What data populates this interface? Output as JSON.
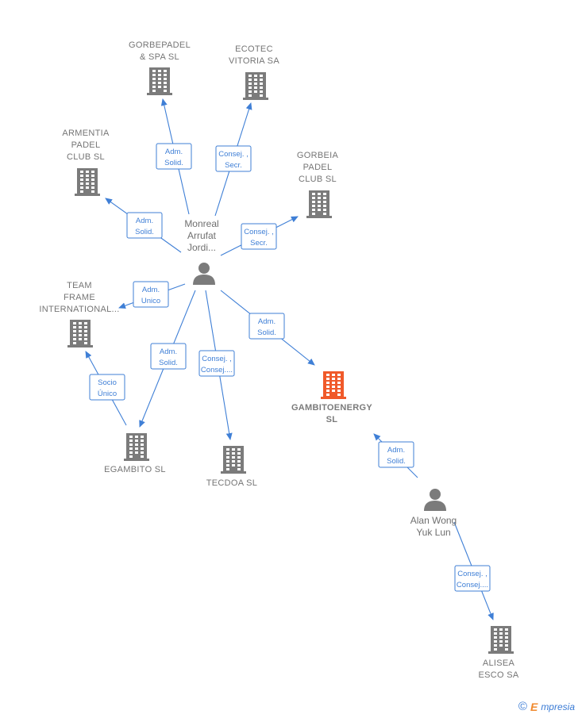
{
  "colors": {
    "building": "#7b7b7b",
    "focus_building": "#f05a2a",
    "person": "#7b7b7b",
    "edge": "#3f7fd6"
  },
  "companies": [
    {
      "id": "gorbepadel",
      "lines": [
        "GORBEPADEL",
        "& SPA  SL"
      ]
    },
    {
      "id": "ecotec",
      "lines": [
        "ECOTEC",
        "VITORIA SA"
      ]
    },
    {
      "id": "armentia",
      "lines": [
        "ARMENTIA",
        "PADEL",
        "CLUB  SL"
      ]
    },
    {
      "id": "gorbeia",
      "lines": [
        "GORBEIA",
        "PADEL",
        "CLUB  SL"
      ]
    },
    {
      "id": "teamframe",
      "lines": [
        "TEAM",
        "FRAME",
        "INTERNATIONAL..."
      ]
    },
    {
      "id": "gambitoenergy",
      "lines": [
        "GAMBITOENERGY",
        "SL"
      ],
      "focus": true
    },
    {
      "id": "egambito",
      "lines": [
        "EGAMBITO SL"
      ]
    },
    {
      "id": "tecdoa",
      "lines": [
        "TECDOA SL"
      ]
    },
    {
      "id": "alisea",
      "lines": [
        "ALISEA",
        "ESCO SA"
      ]
    }
  ],
  "persons": [
    {
      "id": "monreal",
      "lines": [
        "Monreal",
        "Arrufat",
        "Jordi..."
      ]
    },
    {
      "id": "alanwong",
      "lines": [
        "Alan Wong",
        "Yuk Lun"
      ]
    }
  ],
  "edges": [
    {
      "id": "e-gorbepadel",
      "lines": [
        "Adm.",
        "Solid."
      ]
    },
    {
      "id": "e-ecotec",
      "lines": [
        "Consej. ,",
        "Secr."
      ]
    },
    {
      "id": "e-armentia",
      "lines": [
        "Adm.",
        "Solid."
      ]
    },
    {
      "id": "e-gorbeia",
      "lines": [
        "Consej. ,",
        "Secr."
      ]
    },
    {
      "id": "e-teamframe",
      "lines": [
        "Adm.",
        "Unico"
      ]
    },
    {
      "id": "e-gambitoenergy",
      "lines": [
        "Adm.",
        "Solid."
      ]
    },
    {
      "id": "e-egambito",
      "lines": [
        "Adm.",
        "Solid."
      ]
    },
    {
      "id": "e-tecdoa",
      "lines": [
        "Consej. ,",
        "Consej...."
      ]
    },
    {
      "id": "e-egambito-teamframe",
      "lines": [
        "Socio",
        "Único"
      ]
    },
    {
      "id": "e-alan-gambito",
      "lines": [
        "Adm.",
        "Solid."
      ]
    },
    {
      "id": "e-alan-alisea",
      "lines": [
        "Consej. ,",
        "Consej...."
      ]
    }
  ],
  "footer": {
    "copyright": "©",
    "brand_initial": "E",
    "brand_rest": "mpresia"
  }
}
